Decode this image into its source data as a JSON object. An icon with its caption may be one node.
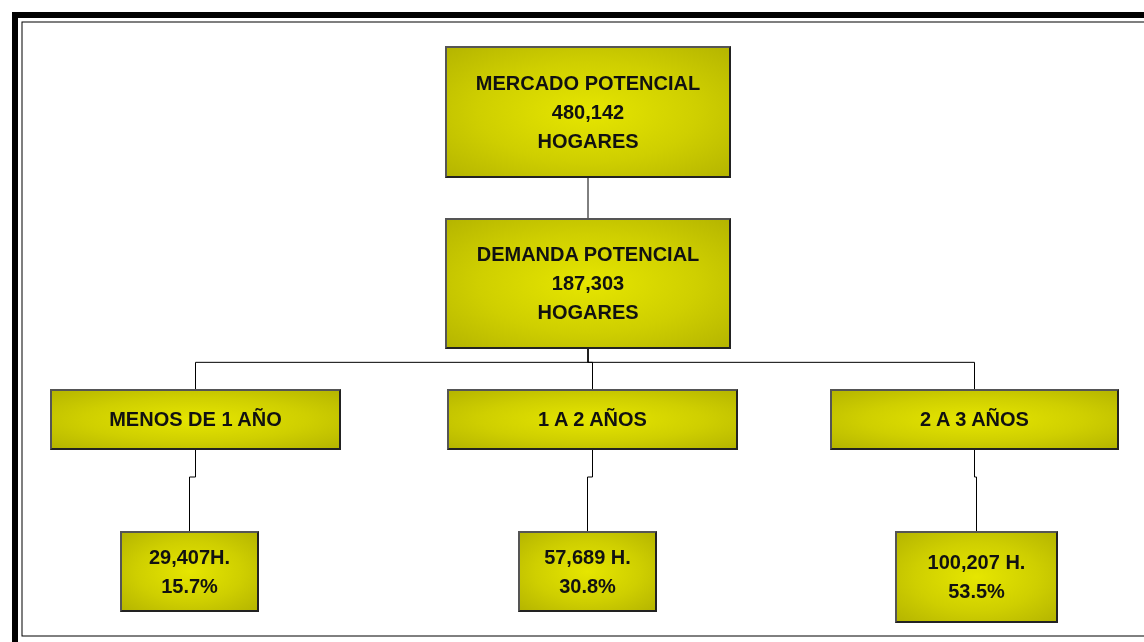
{
  "diagram": {
    "nodes": [
      {
        "text": [
          "MERCADO POTENCIAL",
          "480,142",
          "HOGARES"
        ]
      },
      {
        "text": [
          "DEMANDA POTENCIAL",
          "187,303",
          "HOGARES"
        ]
      },
      {
        "text": [
          "MENOS DE 1 AÑO"
        ]
      },
      {
        "text": [
          "1 A 2 AÑOS"
        ]
      },
      {
        "text": [
          "2 A 3 AÑOS"
        ]
      },
      {
        "text": [
          "29,407H.",
          "15.7%"
        ]
      },
      {
        "text": [
          "57,689 H.",
          "30.8%"
        ]
      },
      {
        "text": [
          "100,207 H.",
          "53.5%"
        ]
      }
    ],
    "edges": [
      {
        "from": 0,
        "to": 1,
        "arrow": "none"
      },
      {
        "from": 1,
        "to": 2,
        "arrow": "none"
      },
      {
        "from": 1,
        "to": 3,
        "arrow": "none"
      },
      {
        "from": 1,
        "to": 4,
        "arrow": "none"
      },
      {
        "from": 2,
        "to": 5,
        "arrow": "none"
      },
      {
        "from": 3,
        "to": 6,
        "arrow": "none"
      },
      {
        "from": 4,
        "to": 7,
        "arrow": "none"
      }
    ]
  }
}
